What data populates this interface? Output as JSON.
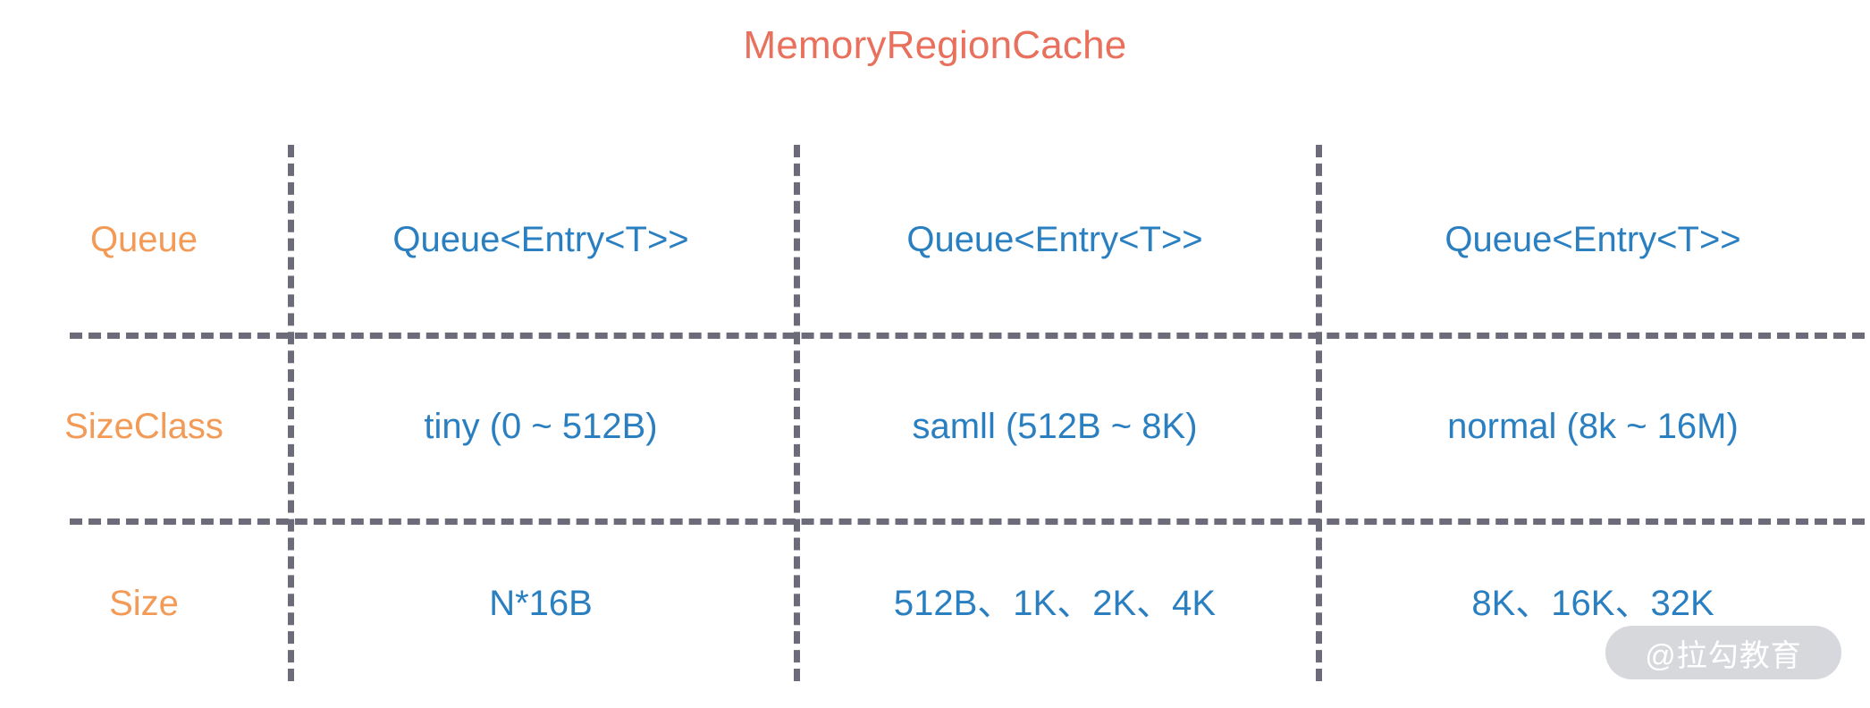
{
  "diagram": {
    "title": "MemoryRegionCache",
    "title_color": "#e8705c",
    "value_color": "#2a7fc1",
    "row_label_color": "#f29a56",
    "grid_color": "#6b6b79",
    "background": "#ffffff"
  },
  "table": {
    "rows": [
      {
        "label": "Queue",
        "cells": [
          "Queue<Entry<T>>",
          "Queue<Entry<T>>",
          "Queue<Entry<T>>"
        ]
      },
      {
        "label": "SizeClass",
        "cells": [
          "tiny (0 ~ 512B)",
          "samll (512B ~ 8K)",
          "normal (8k ~ 16M)"
        ]
      },
      {
        "label": "Size",
        "cells": [
          "N*16B",
          "512B、1K、2K、4K",
          "8K、16K、32K"
        ]
      }
    ]
  },
  "watermark": {
    "text": "@拉勾教育",
    "background": "#d3d5da",
    "color": "#ffffff"
  }
}
